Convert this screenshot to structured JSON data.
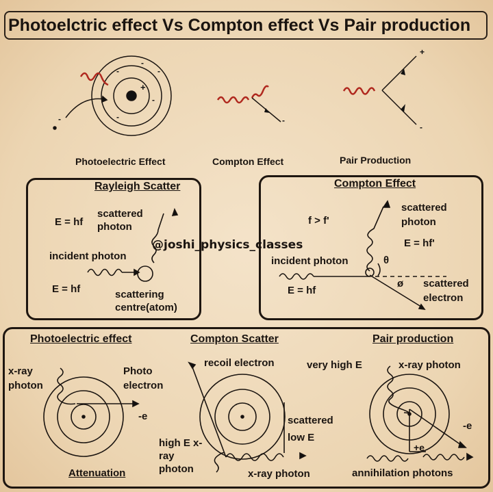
{
  "title": "Photoelctric effect Vs Compton effect Vs Pair production",
  "top_labels": {
    "photoelectric": "Photoelectric Effect",
    "compton": "Compton Effect",
    "pair": "Pair Production"
  },
  "rayleigh": {
    "heading": "Rayleigh Scatter",
    "energy_top": "E = hf",
    "scattered_photon": "scattered photon",
    "incident_photon": "incident photon",
    "energy_bottom": "E = hf",
    "scattering_centre": "scattering centre(atom)"
  },
  "compton_box": {
    "heading": "Compton Effect",
    "freq_relation": "f > f'",
    "scattered_photon": "scattered photon",
    "energy_scattered": "E = hf'",
    "incident_photon": "incident photon",
    "theta": "θ",
    "phi": "ø",
    "energy_incident": "E = hf",
    "scattered_electron": "scattered electron"
  },
  "watermark": "@joshi_physics_classes",
  "bottom": {
    "pe_heading": "Photoelectric effect",
    "xray_photon": "x-ray photon",
    "photo_electron": "Photo electron",
    "pe_minus_e": "-e",
    "attenuation": "Attenuation",
    "cs_heading": "Compton Scatter",
    "recoil_electron": "recoil electron",
    "scattered_low_e": "scattered low E",
    "high_e_xray": "high E x-ray photon",
    "xray_photon_bottom": "x-ray photon",
    "pp_heading": "Pair production",
    "very_high_e": "very high E",
    "pp_xray_photon": "x-ray photon",
    "pp_minus_e": "-e",
    "pp_plus_e": "+e",
    "annihilation": "annihilation photons"
  },
  "colors": {
    "background": "#efdcbf",
    "ink": "#1a1410",
    "photon_red": "#b0281e"
  }
}
